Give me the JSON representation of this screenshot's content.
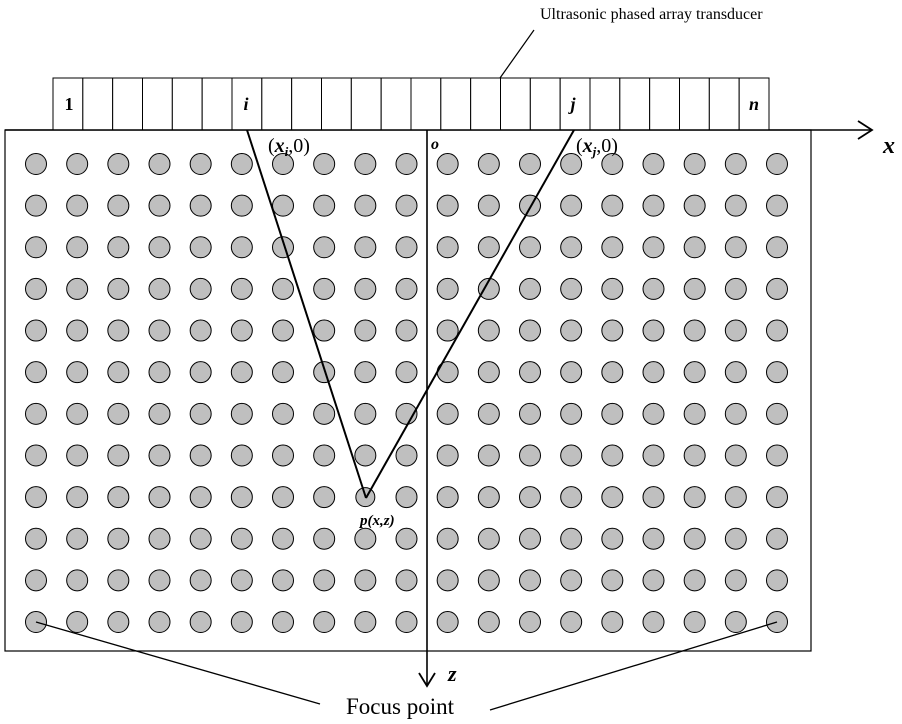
{
  "transducer_label": "Ultrasonic phased array transducer",
  "element_labels": {
    "first": "1",
    "i": "i",
    "j": "j",
    "last": "n"
  },
  "axes": {
    "x_label": "x",
    "z_label": "z",
    "origin_label": "o"
  },
  "points": {
    "xi_open": "(",
    "xi_var": "x",
    "xi_sub": "i",
    "xi_close": ",0)",
    "xj_open": "(",
    "xj_var": "x",
    "xj_sub": "j",
    "xj_close": ",0)",
    "p_var": "p",
    "p_args": "(x,z)"
  },
  "focus_label": "Focus point",
  "grid": {
    "columns": 19,
    "rows": 12,
    "focus_column": 8,
    "focus_row": 8
  },
  "transducer": {
    "element_count": 24,
    "i_element": 7,
    "j_element": 18
  },
  "colors": {
    "dot_fill": "#bfbfbf",
    "stroke": "#000000"
  }
}
